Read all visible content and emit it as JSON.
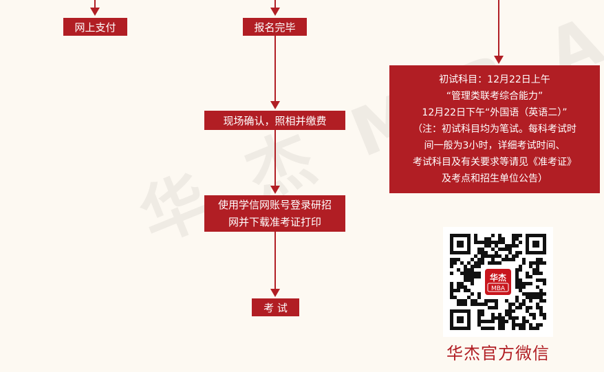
{
  "watermark": "华 杰 M B A",
  "flow": {
    "pay_online": "网上支付",
    "registration_done": "报名完毕",
    "onsite_confirm": "现场确认，照相并缴费",
    "admission_ticket": [
      "使用学信网账号登录研招",
      "网并下载准考证打印"
    ],
    "exam": "考 试"
  },
  "exam_info": {
    "lines": [
      "初试科目：12月22日上午",
      "“管理类联考综合能力”",
      "12月22日下午“外国语（英语二）”",
      "（注：初试科目均为笔试。每科考试时",
      "间一般为3小时，详细考试时间、",
      "考试科目及有关要求等请见《准考证》",
      "及考点和招生单位公告）"
    ]
  },
  "qr": {
    "logo_line1": "华杰",
    "logo_line2": "MBA",
    "caption": "华杰官方微信"
  },
  "colors": {
    "primary": "#b11e24",
    "background": "#fdf9f2"
  }
}
